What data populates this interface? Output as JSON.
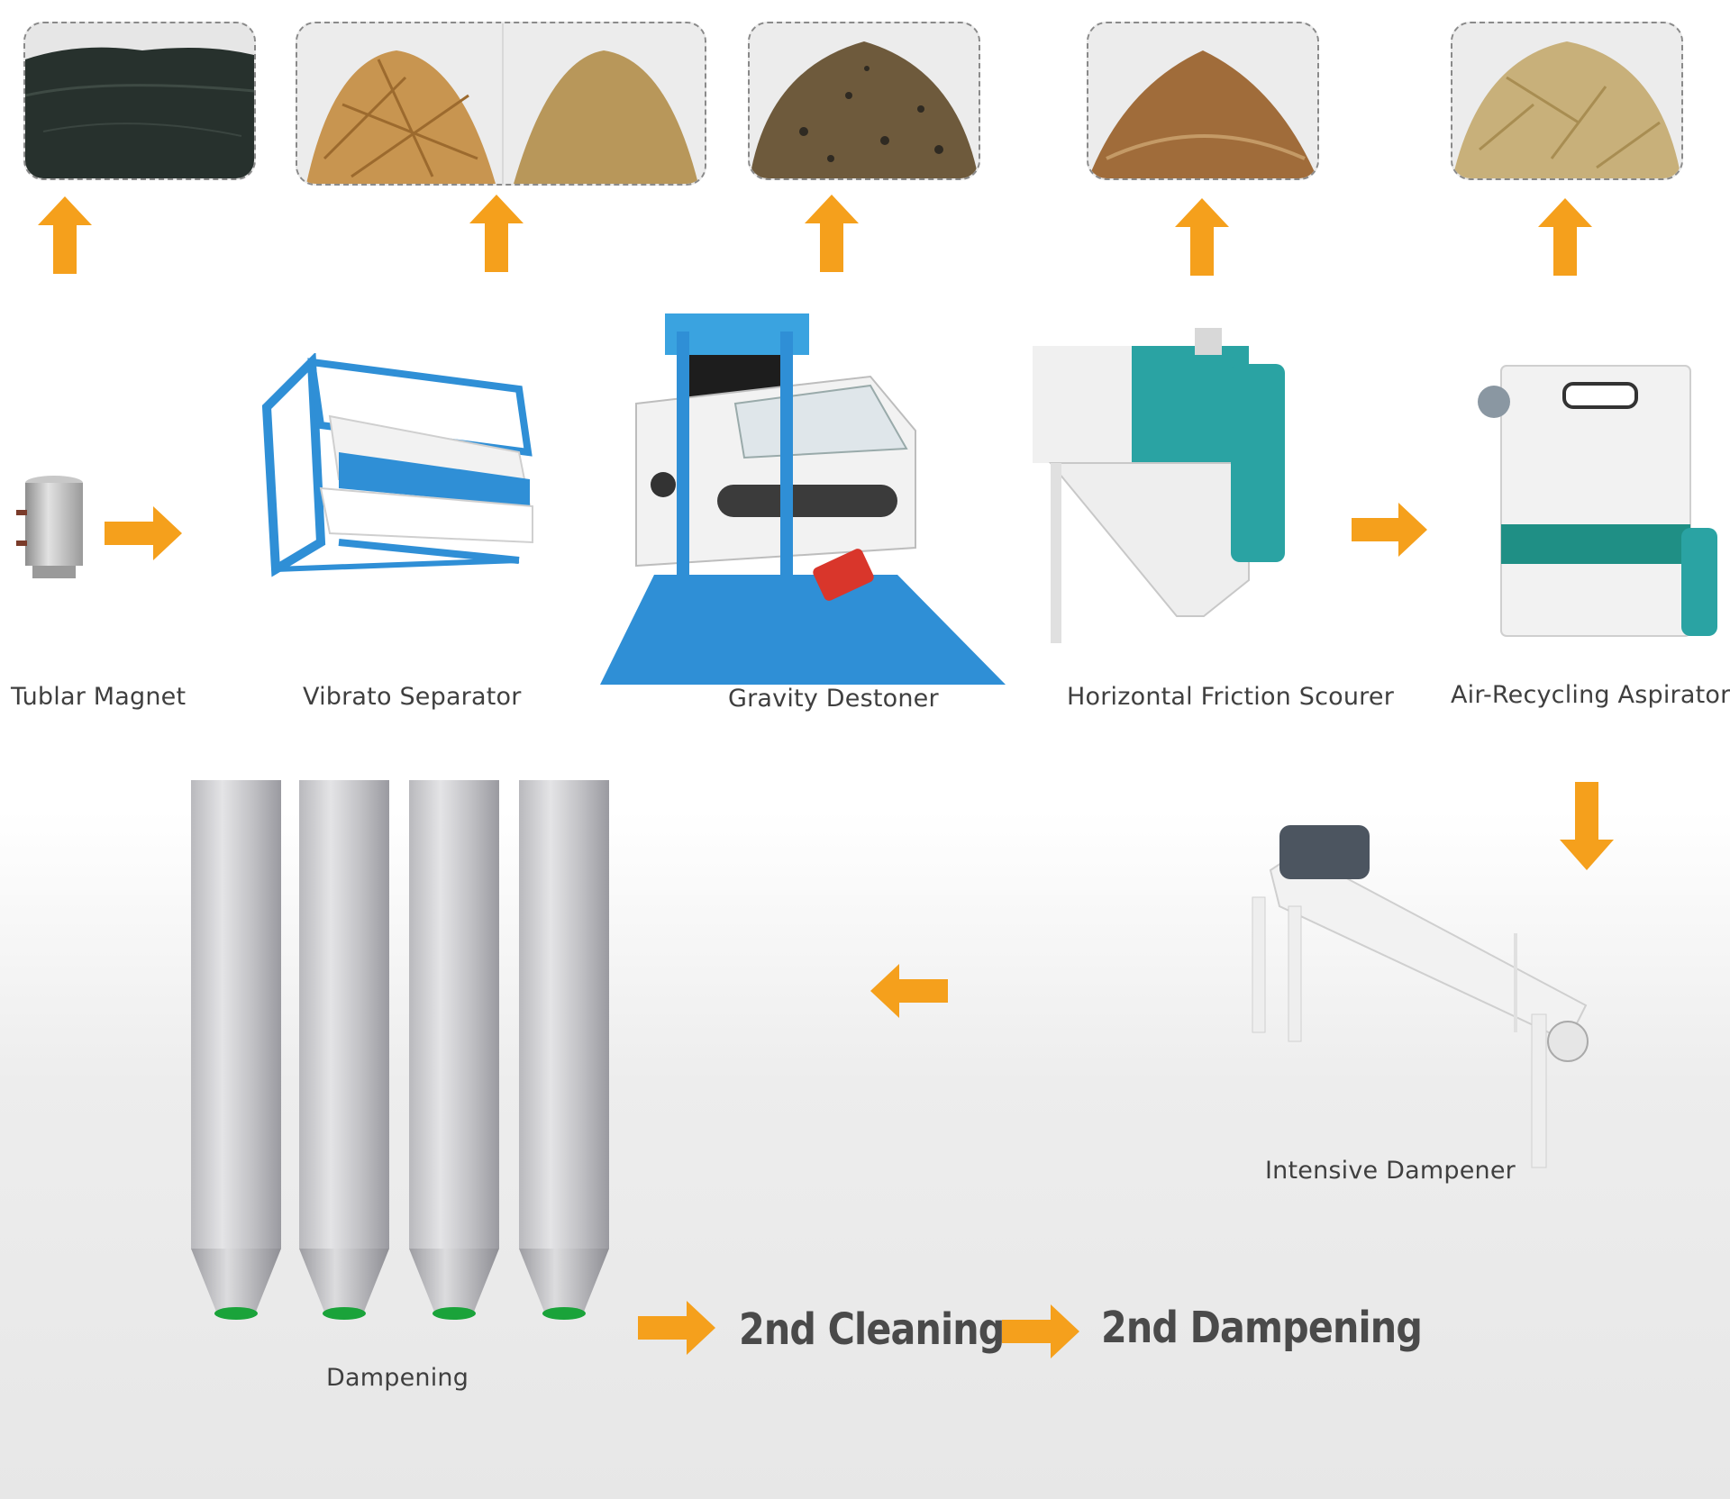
{
  "colors": {
    "arrow": "#f5a01c",
    "machine_blue": "#2f8fd6",
    "machine_teal": "#2aa3a3",
    "label_text": "#3f3f3f"
  },
  "samples": [
    {
      "name": "magnetic-impurities",
      "colors": [
        "#26302c",
        "#3a4540"
      ]
    },
    {
      "name": "straw-and-dust",
      "colors": [
        "#c89550",
        "#b8975a"
      ]
    },
    {
      "name": "stones",
      "colors": [
        "#6e5a3c",
        "#8b7752"
      ]
    },
    {
      "name": "husk-dust",
      "colors": [
        "#a06c3a",
        "#c49a66"
      ]
    },
    {
      "name": "light-impurities",
      "colors": [
        "#c8b07a",
        "#d9c48e"
      ]
    }
  ],
  "machines": {
    "tubular_magnet": "Tublar Magnet",
    "vibrato_separator": "Vibrato Separator",
    "gravity_destoner": "Gravity Destoner",
    "horizontal_friction_scourer": "Horizontal Friction Scourer",
    "air_recycling_aspirator": "Air-Recycling Aspirator",
    "intensive_dampener": "Intensive Dampener",
    "dampening": "Dampening"
  },
  "steps": {
    "second_cleaning": "2nd Cleaning",
    "second_dampening": "2nd Dampening"
  },
  "icons": {
    "arrow_up": "arrow-up-icon",
    "arrow_right": "arrow-right-icon",
    "arrow_down": "arrow-down-icon",
    "arrow_left": "arrow-left-icon"
  }
}
